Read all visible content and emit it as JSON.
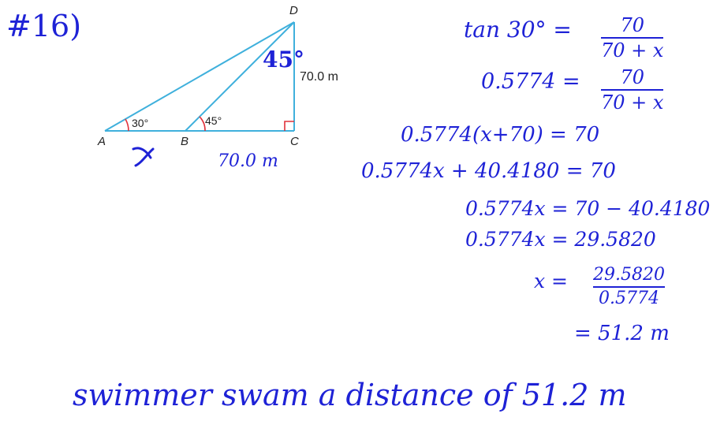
{
  "problem_number": "#16)",
  "diagram": {
    "points": {
      "A": "A",
      "B": "B",
      "C": "C",
      "D": "D"
    },
    "angle_A": "30°",
    "angle_B": "45°",
    "angle_D_handwritten": "45°",
    "side_DC": "70.0 m",
    "side_AB_handwritten": "x",
    "side_BC_handwritten": "70.0 m",
    "line_color": "#3fb0dc",
    "angle_arc_color": "#e0303a"
  },
  "work": {
    "line1": {
      "lhs": "tan 30° =",
      "num": "70",
      "den": "70 + x"
    },
    "line2": {
      "lhs": "0.5774 =",
      "num": "70",
      "den": "70 + x"
    },
    "line3": "0.5774(x+70) = 70",
    "line4": "0.5774x + 40.4180 = 70",
    "line5": "0.5774x = 70 − 40.4180",
    "line6": "0.5774x  =  29.5820",
    "line7": {
      "lhs": "x =",
      "num": "29.5820",
      "den": "0.5774"
    },
    "line8": "= 51.2 m"
  },
  "conclusion": "swimmer swam a distance of 51.2 m",
  "ink_color": "#1e22d6"
}
